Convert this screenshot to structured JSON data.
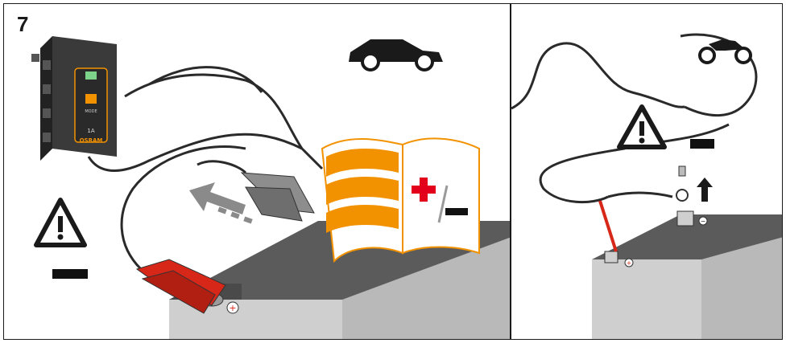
{
  "step": {
    "number": "7"
  },
  "charger": {
    "brand": "OSRAM",
    "current": "1A",
    "mode_label": "MODE"
  },
  "battery_left": {
    "polarity_mark": "+"
  },
  "battery_right": {
    "polarity_mark": "+",
    "negative_mark": "−"
  },
  "manual": {
    "polarity_symbol": "+/−"
  },
  "colors": {
    "accent_orange": "#F39200",
    "clamp_red": "#D62718",
    "plus_red": "#E3001B",
    "dark": "#1a1a1a",
    "battery_grey": "#5b5b5b",
    "body_grey": "#c9c9c9"
  },
  "icons": [
    "car-icon",
    "motorcycle-icon",
    "warning-icon",
    "arrow-icon",
    "manual-book-icon"
  ]
}
